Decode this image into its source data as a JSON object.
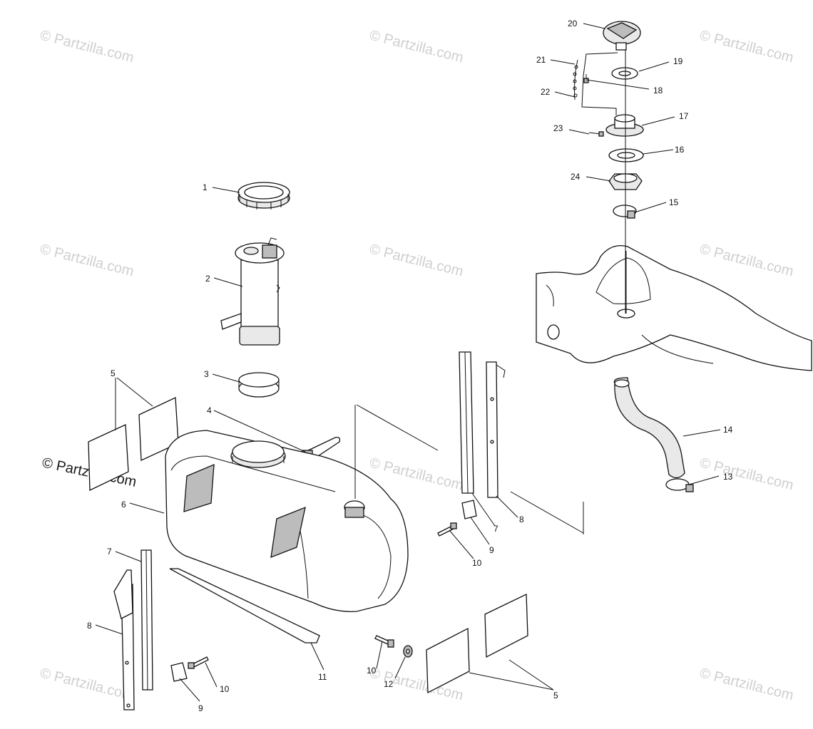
{
  "watermark": {
    "text": "© Partzilla.com",
    "color_light": "#cfcfcf",
    "color_dark": "#1a1a1a"
  },
  "callouts": {
    "c1": "1",
    "c2": "2",
    "c3": "3",
    "c4": "4",
    "c5a": "5",
    "c5b": "5",
    "c6": "6",
    "c7a": "7",
    "c7b": "7",
    "c8a": "8",
    "c8b": "8",
    "c9a": "9",
    "c9b": "9",
    "c10a": "10",
    "c10b": "10",
    "c10c": "10",
    "c11": "11",
    "c12": "12",
    "c13": "13",
    "c14": "14",
    "c15": "15",
    "c16": "16",
    "c17": "17",
    "c18": "18",
    "c19": "19",
    "c20": "20",
    "c21": "21",
    "c22": "22",
    "c23": "23",
    "c24": "24"
  }
}
